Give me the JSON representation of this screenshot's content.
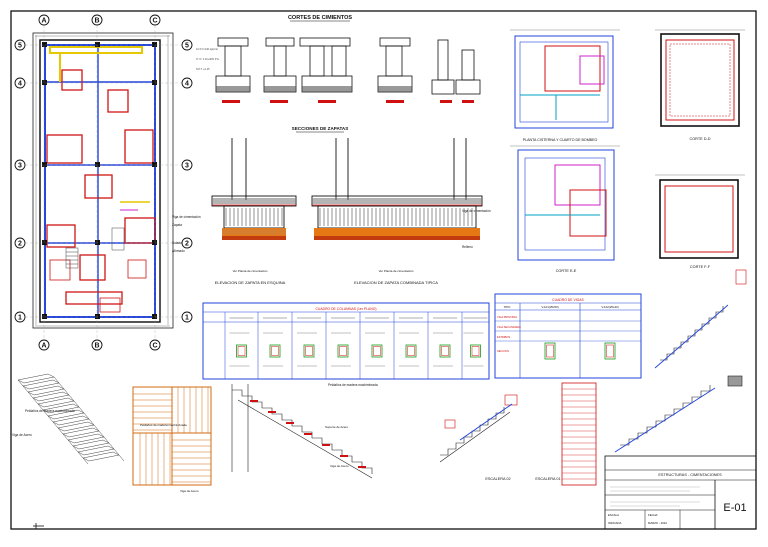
{
  "sheet": {
    "grid_cols": [
      "A",
      "B",
      "C"
    ],
    "grid_rows": [
      "5",
      "4",
      "3",
      "2",
      "1"
    ],
    "titles": {
      "cortes": "CORTES DE CIMIENTOS",
      "secciones": "SECCIONES DE ZAPATAS",
      "elev_esquina": "ELEVACION DE ZAPATA EN ESQUINA",
      "elev_combinada": "ELEVACION DE ZAPATA COMBINADA TIPICA",
      "corte_dd": "CORTE D-D",
      "corte_ee": "CORTE E-E",
      "corte_ff": "CORTE F-F",
      "planta_cisterna": "PLANTA CISTERNA Y CUARTO DE BOMBEO",
      "escalera_1": "ESCALERA 01",
      "escalera_2": "ESCALERA 02"
    },
    "labels": {
      "viga": "Viga de cimentación",
      "zapata": "Zapata",
      "solado": "Solado",
      "afirmado": "Afirmado",
      "relleno": "Relleno",
      "peldanos_1": "Peldaños de madera machimbrada",
      "peldanos_2": "Peldaños de madera machimbrada",
      "peldanos_3": "Peldaños de madera machimbrada",
      "viga_acero_1": "Viga de Acero",
      "viga_acero_2": "Viga de Acero",
      "viga_acero_3": "Viga de Acero",
      "soporte": "Soporte de Acero",
      "ver_planta": "Ver Planta de cimentación"
    },
    "table_left": {
      "title": "CUADRO DE COLUMNAS (1er PLANO)"
    },
    "table_right": {
      "title": "CUADRO DE VIGAS",
      "cols": [
        "TIPO",
        "V-101(25x50)",
        "V-102(25x40)"
      ],
      "rows": [
        "VIGA PRINCIPAL",
        "VIGA SECUNDARIA",
        "ESTRIBOS",
        "SECCION"
      ]
    },
    "title_block": {
      "project": "ESTRUCTURAS - CIMENTACIONES",
      "sheet_no": "E-01",
      "scale_label": "ESCALA",
      "scale": "INDICADA",
      "date_label": "FECHA",
      "date": "MARZO - 2024"
    }
  }
}
